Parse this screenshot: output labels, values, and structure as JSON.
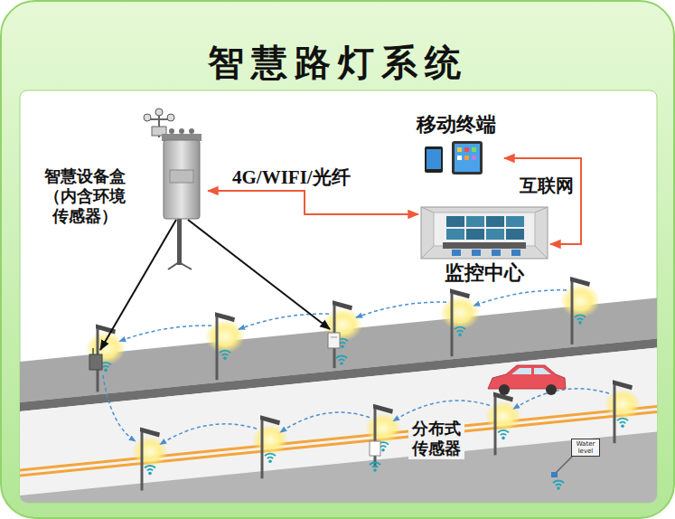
{
  "diagram": {
    "title": "智慧路灯系统",
    "nodes": [
      {
        "text": [
          "智慧设备盒 （内含环境 传感器）"
        ]
      },
      {
        "text": [
          "移动终端"
        ]
      },
      {
        "text": [
          "监控中心"
        ]
      }
    ],
    "edges": [
      {
        "from": 0,
        "to": 2,
        "label": "4G/WIFI/光纤",
        "arrow": "both"
      },
      {
        "from": 2,
        "to": 1,
        "label": "互联网",
        "arrow": "both"
      }
    ],
    "labels": [
      "分布式 传感器",
      "Water level"
    ]
  }
}
